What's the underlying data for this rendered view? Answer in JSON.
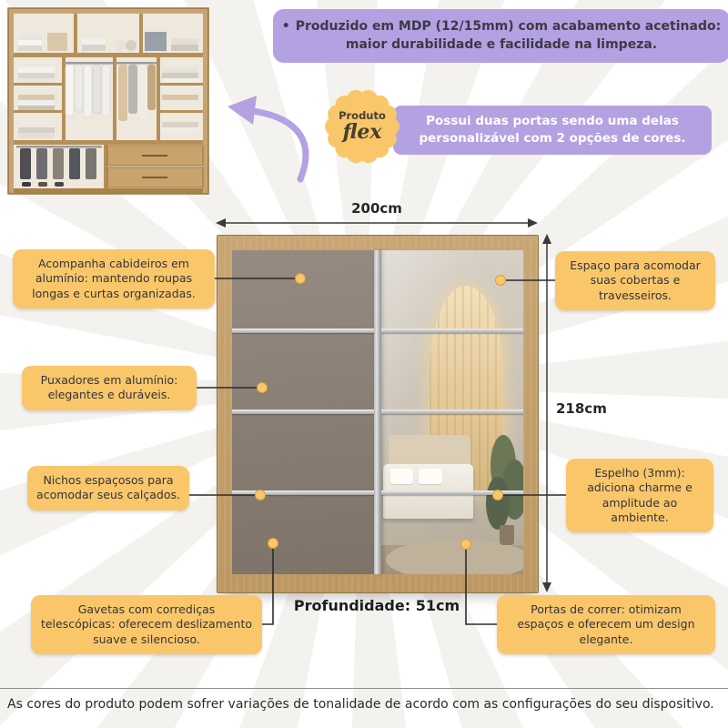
{
  "colors": {
    "purple": "#b3a1e2",
    "yellow": "#f9c76a",
    "wood": "#c9a572",
    "door_taupe": "#8b8177",
    "aluminum": "#c6c6c6",
    "text_dark": "#34343a"
  },
  "banner_top": {
    "bullet": "•",
    "line1": "Produzido em MDP (12/15mm) com acabamento acetinado:",
    "line2": "maior durabilidade e facilidade na limpeza."
  },
  "flex_badge": {
    "top": "Produto",
    "main": "flex"
  },
  "banner_flex": {
    "line1": "Possui duas portas sendo uma delas",
    "line2": "personalizável com 2 opções de cores."
  },
  "dimensions": {
    "width_label": "200cm",
    "height_label": "218cm",
    "depth_label": "Profundidade: 51cm"
  },
  "callouts": {
    "cabideiros": "Acompanha cabideiros em alumínio: mantendo roupas longas e curtas organizadas.",
    "puxadores": "Puxadores em alumínio: elegantes e duráveis.",
    "nichos": "Nichos espaçosos para acomodar seus calçados.",
    "gavetas": "Gavetas com corrediças telescópicas: oferecem deslizamento suave e silencioso.",
    "cobertas": "Espaço para acomodar suas cobertas e travesseiros.",
    "espelho": "Espelho (3mm): adiciona charme e amplitude ao ambiente.",
    "portas": "Portas de correr: otimizam espaços e oferecem um design elegante."
  },
  "footer": {
    "disclaimer": "As cores do produto podem sofrer variações de tonalidade de acordo com as configurações do seu dispositivo."
  }
}
